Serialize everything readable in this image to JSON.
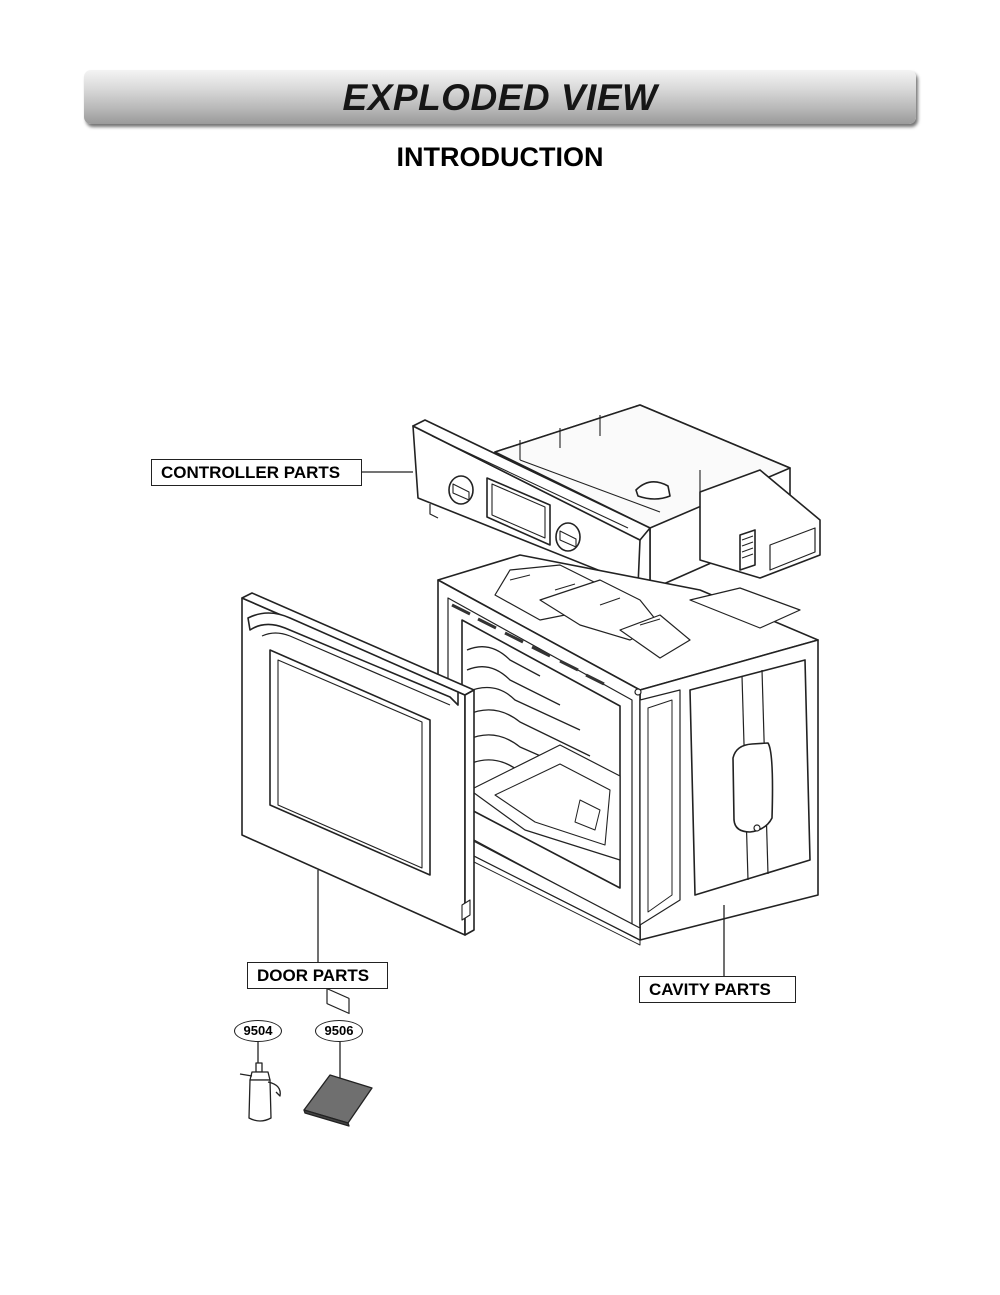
{
  "header": {
    "title": "EXPLODED VIEW",
    "subtitle": "INTRODUCTION"
  },
  "labels": {
    "controller": "CONTROLLER PARTS",
    "door": "DOOR PARTS",
    "cavity": "CAVITY PARTS"
  },
  "callouts": {
    "spray_bottle": "9504",
    "cleaning_pad": "9506"
  },
  "colors": {
    "banner_top": "#f4f4f4",
    "banner_bottom": "#9a9a9a",
    "line": "#222222",
    "pad_fill": "#6f6f6f"
  }
}
